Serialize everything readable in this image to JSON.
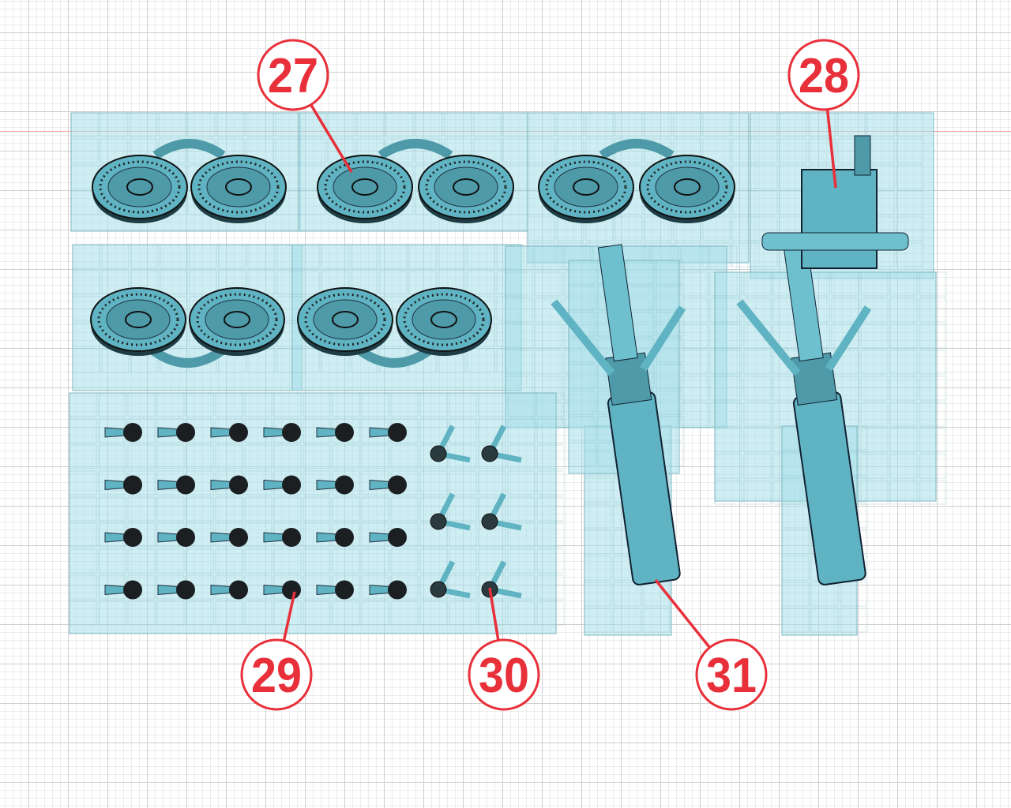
{
  "callouts": [
    {
      "id": "27",
      "label": "27"
    },
    {
      "id": "28",
      "label": "28"
    },
    {
      "id": "29",
      "label": "29"
    },
    {
      "id": "30",
      "label": "30"
    },
    {
      "id": "31",
      "label": "31"
    }
  ],
  "colors": {
    "callout": "#e8303a",
    "panel": "#a8e0ea",
    "model": "#5fb3c2",
    "model_dark": "#1e3c44",
    "axis": "#f2a0a0"
  }
}
